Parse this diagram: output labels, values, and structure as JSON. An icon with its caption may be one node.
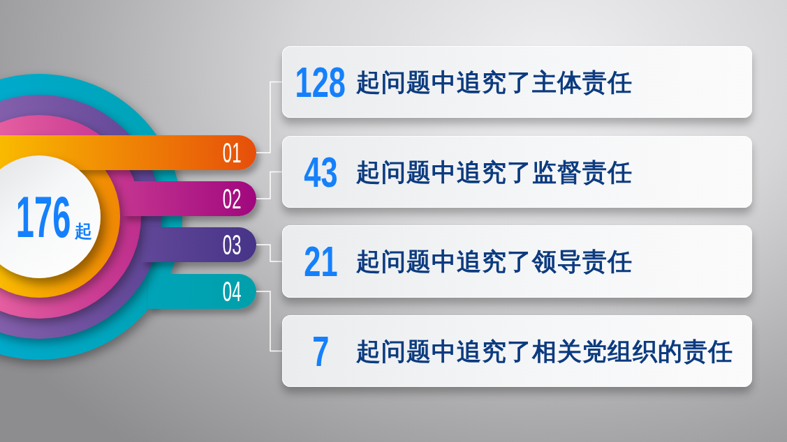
{
  "diagram": {
    "nodes": [
      {
        "text": [
          "176",
          "起"
        ]
      },
      {
        "text": [
          "01"
        ]
      },
      {
        "text": [
          "02"
        ]
      },
      {
        "text": [
          "03"
        ]
      },
      {
        "text": [
          "04"
        ]
      },
      {
        "text": [
          "128",
          "起问题中追究了主体责任"
        ]
      },
      {
        "text": [
          "43",
          "起问题中追究了监督责任"
        ]
      },
      {
        "text": [
          "21",
          "起问题中追究了领导责任"
        ]
      },
      {
        "text": [
          "7",
          "起问题中追究了相关党组织的责任"
        ]
      }
    ],
    "edges": [
      {
        "from": 1,
        "to": 5,
        "arrow": "none"
      },
      {
        "from": 2,
        "to": 6,
        "arrow": "none"
      },
      {
        "from": 3,
        "to": 7,
        "arrow": "none"
      },
      {
        "from": 4,
        "to": 8,
        "arrow": "none"
      }
    ]
  }
}
